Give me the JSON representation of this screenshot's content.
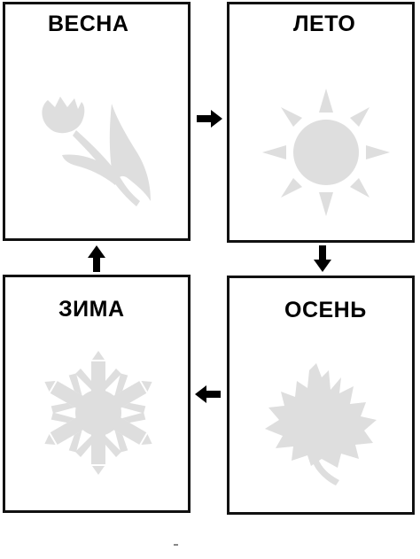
{
  "seasons": {
    "spring": {
      "label": "ВЕСНА",
      "icon": "tulip-icon"
    },
    "summer": {
      "label": "ЛЕТО",
      "icon": "sun-icon"
    },
    "autumn": {
      "label": "ОСЕНЬ",
      "icon": "maple-leaf-icon"
    },
    "winter": {
      "label": "ЗИМА",
      "icon": "snowflake-icon"
    }
  },
  "cycle_order": [
    "ВЕСНА",
    "ЛЕТО",
    "ОСЕНЬ",
    "ЗИМА"
  ],
  "arrows": [
    "arrow-right-icon",
    "arrow-down-icon",
    "arrow-left-icon",
    "arrow-up-icon"
  ],
  "colors": {
    "silhouette": "#dedede",
    "border": "#111111",
    "text": "#000000",
    "background": "#ffffff"
  }
}
